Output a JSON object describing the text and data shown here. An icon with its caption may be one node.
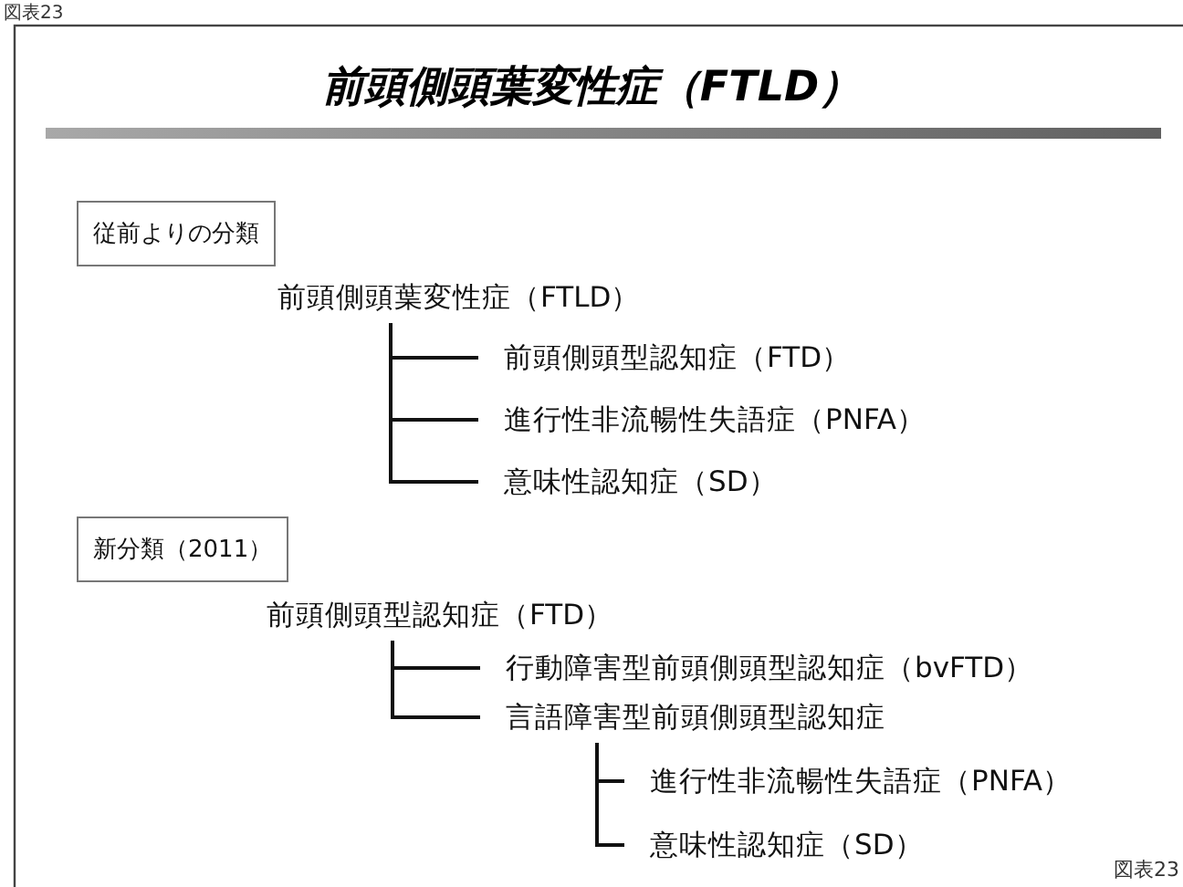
{
  "diagram": {
    "title": "前頭側頭葉変性症（FTLD）",
    "nodes": [
      {
        "text": [
          "従前よりの分類"
        ]
      },
      {
        "text": [
          "前頭側頭葉変性症（FTLD）"
        ]
      },
      {
        "text": [
          "前頭側頭型認知症（FTD）"
        ]
      },
      {
        "text": [
          "進行性非流暢性失語症（PNFA）"
        ]
      },
      {
        "text": [
          "意味性認知症（SD）"
        ]
      },
      {
        "text": [
          "新分類（2011）"
        ]
      },
      {
        "text": [
          "前頭側頭型認知症（FTD）"
        ]
      },
      {
        "text": [
          "行動障害型前頭側頭型認知症（bvFTD）"
        ]
      },
      {
        "text": [
          "言語障害型前頭側頭型認知症"
        ]
      },
      {
        "text": [
          "進行性非流暢性失語症（PNFA）"
        ]
      },
      {
        "text": [
          "意味性認知症（SD）"
        ]
      }
    ],
    "edges": [
      {
        "from": 1,
        "to": 2,
        "arrow": "none"
      },
      {
        "from": 1,
        "to": 3,
        "arrow": "none"
      },
      {
        "from": 1,
        "to": 4,
        "arrow": "none"
      },
      {
        "from": 6,
        "to": 7,
        "arrow": "none"
      },
      {
        "from": 6,
        "to": 8,
        "arrow": "none"
      },
      {
        "from": 8,
        "to": 9,
        "arrow": "none"
      },
      {
        "from": 8,
        "to": 10,
        "arrow": "none"
      }
    ],
    "labels": [
      "図表23",
      "図表23"
    ]
  }
}
